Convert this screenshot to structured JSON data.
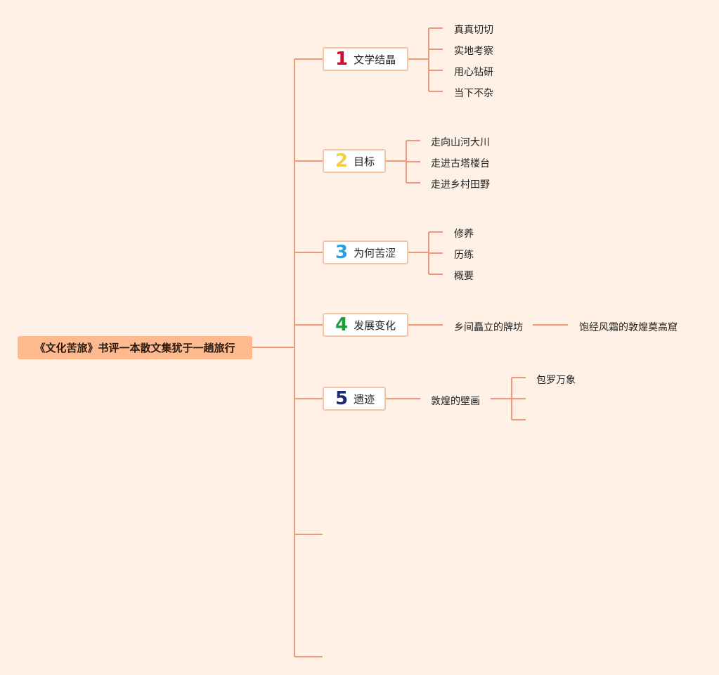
{
  "root": {
    "label": "《文化苦旅》书评一本散文集犹于一趟旅行"
  },
  "colors": {
    "line": "#f39876",
    "root_bg": "#ffb98f",
    "background": "#fff1e6"
  },
  "branches": [
    {
      "num": "1",
      "num_color": "#c8102e",
      "label": "文学结晶",
      "children": [
        "真真切切",
        "实地考察",
        "用心钻研",
        "当下不杂"
      ]
    },
    {
      "num": "2",
      "num_color": "#f2cf45",
      "label": "目标",
      "children": [
        "走向山河大川",
        "走进古塔楼台",
        "走进乡村田野"
      ]
    },
    {
      "num": "3",
      "num_color": "#2aa0dc",
      "label": "为何苦涩",
      "children": [
        "修养",
        "历练",
        "概要"
      ]
    },
    {
      "num": "4",
      "num_color": "#18a03a",
      "label": "发展变化",
      "children": [
        "乡间矗立的牌坊"
      ],
      "grandchildren": [
        "饱经风霜的敦煌莫高窟"
      ]
    },
    {
      "num": "5",
      "num_color": "#1d2a6b",
      "label": "遗迹",
      "children": [
        "敦煌的壁画"
      ],
      "grandchildren": [
        "包罗万象"
      ]
    }
  ]
}
